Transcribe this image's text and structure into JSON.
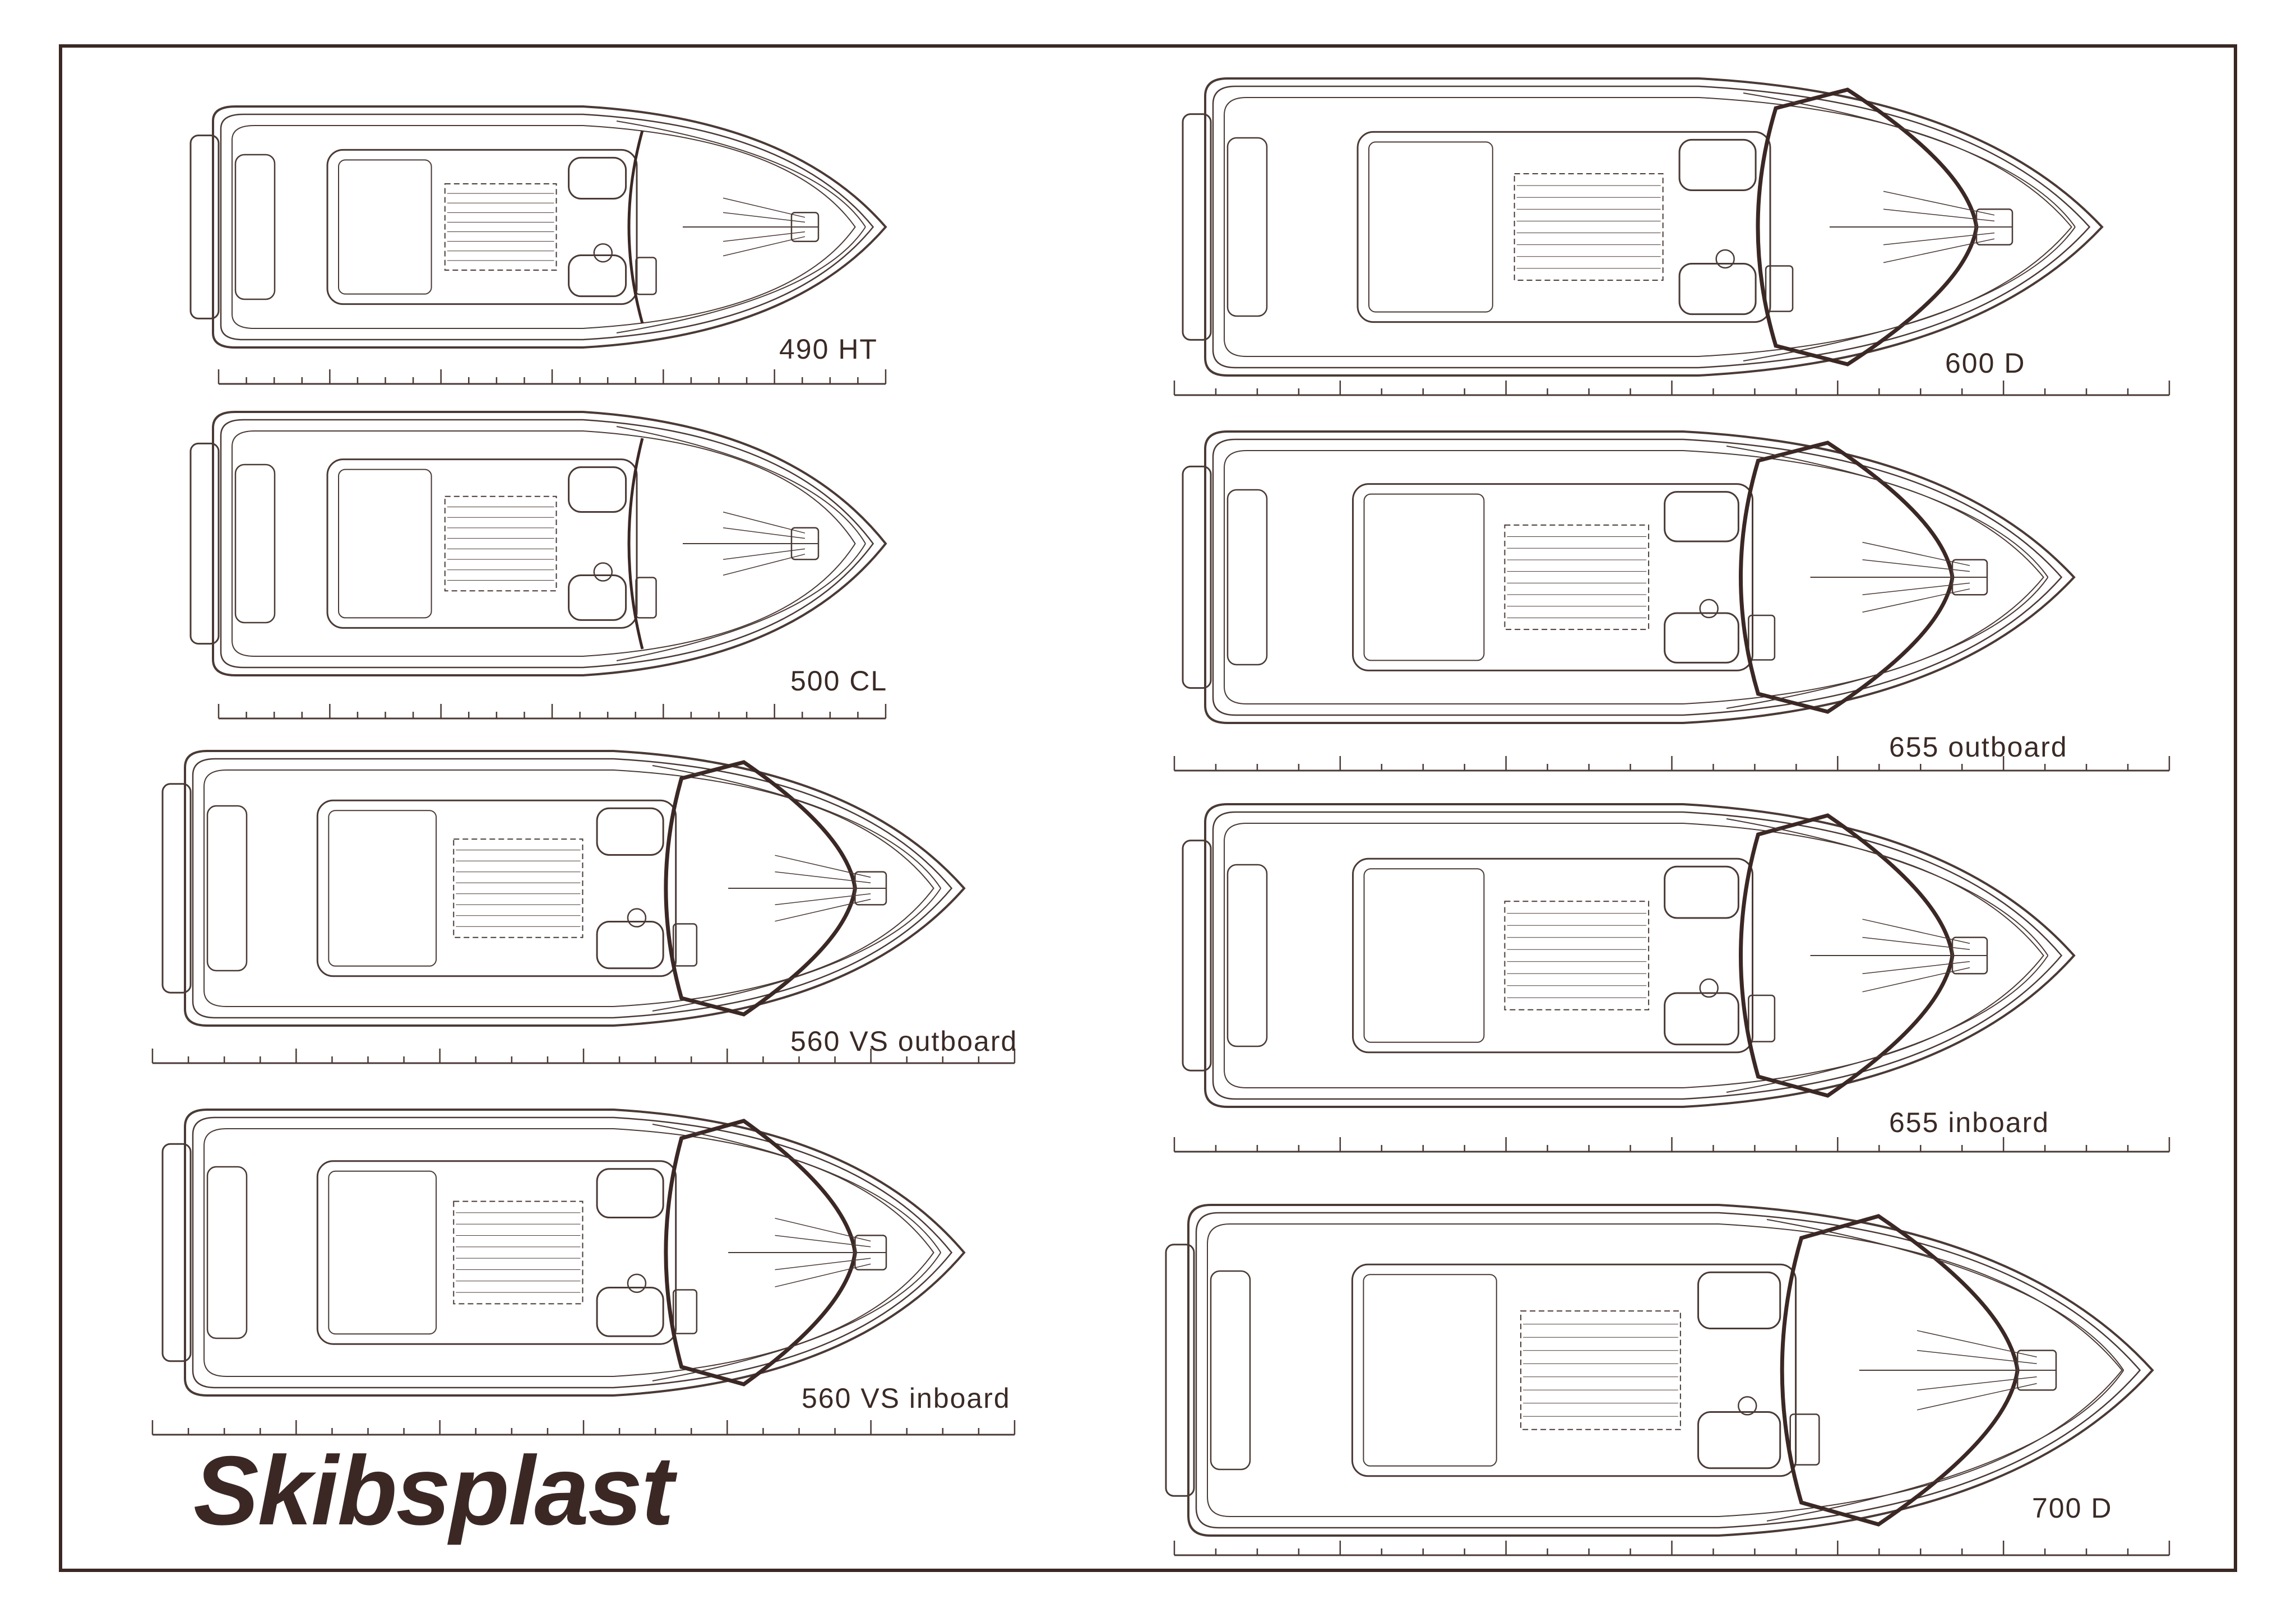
{
  "brand": {
    "name": "Skibsplast",
    "ink_color": "#3b2824"
  },
  "colors": {
    "line": "#4a3a35",
    "heavy_line": "#3b2824",
    "frame": "#3b2824",
    "paper": "#ffffff"
  },
  "boats": [
    {
      "id": "490-ht",
      "label": "490 HT",
      "hardtop": false
    },
    {
      "id": "500-cl",
      "label": "500 CL",
      "hardtop": false
    },
    {
      "id": "560-vs-outboard",
      "label": "560 VS outboard",
      "hardtop": true
    },
    {
      "id": "560-vs-inboard",
      "label": "560 VS inboard",
      "hardtop": true
    },
    {
      "id": "600-d",
      "label": "600 D",
      "hardtop": true
    },
    {
      "id": "655-outboard",
      "label": "655 outboard",
      "hardtop": true
    },
    {
      "id": "655-inboard",
      "label": "655 inboard",
      "hardtop": true
    },
    {
      "id": "700-d",
      "label": "700 D",
      "hardtop": true
    }
  ]
}
